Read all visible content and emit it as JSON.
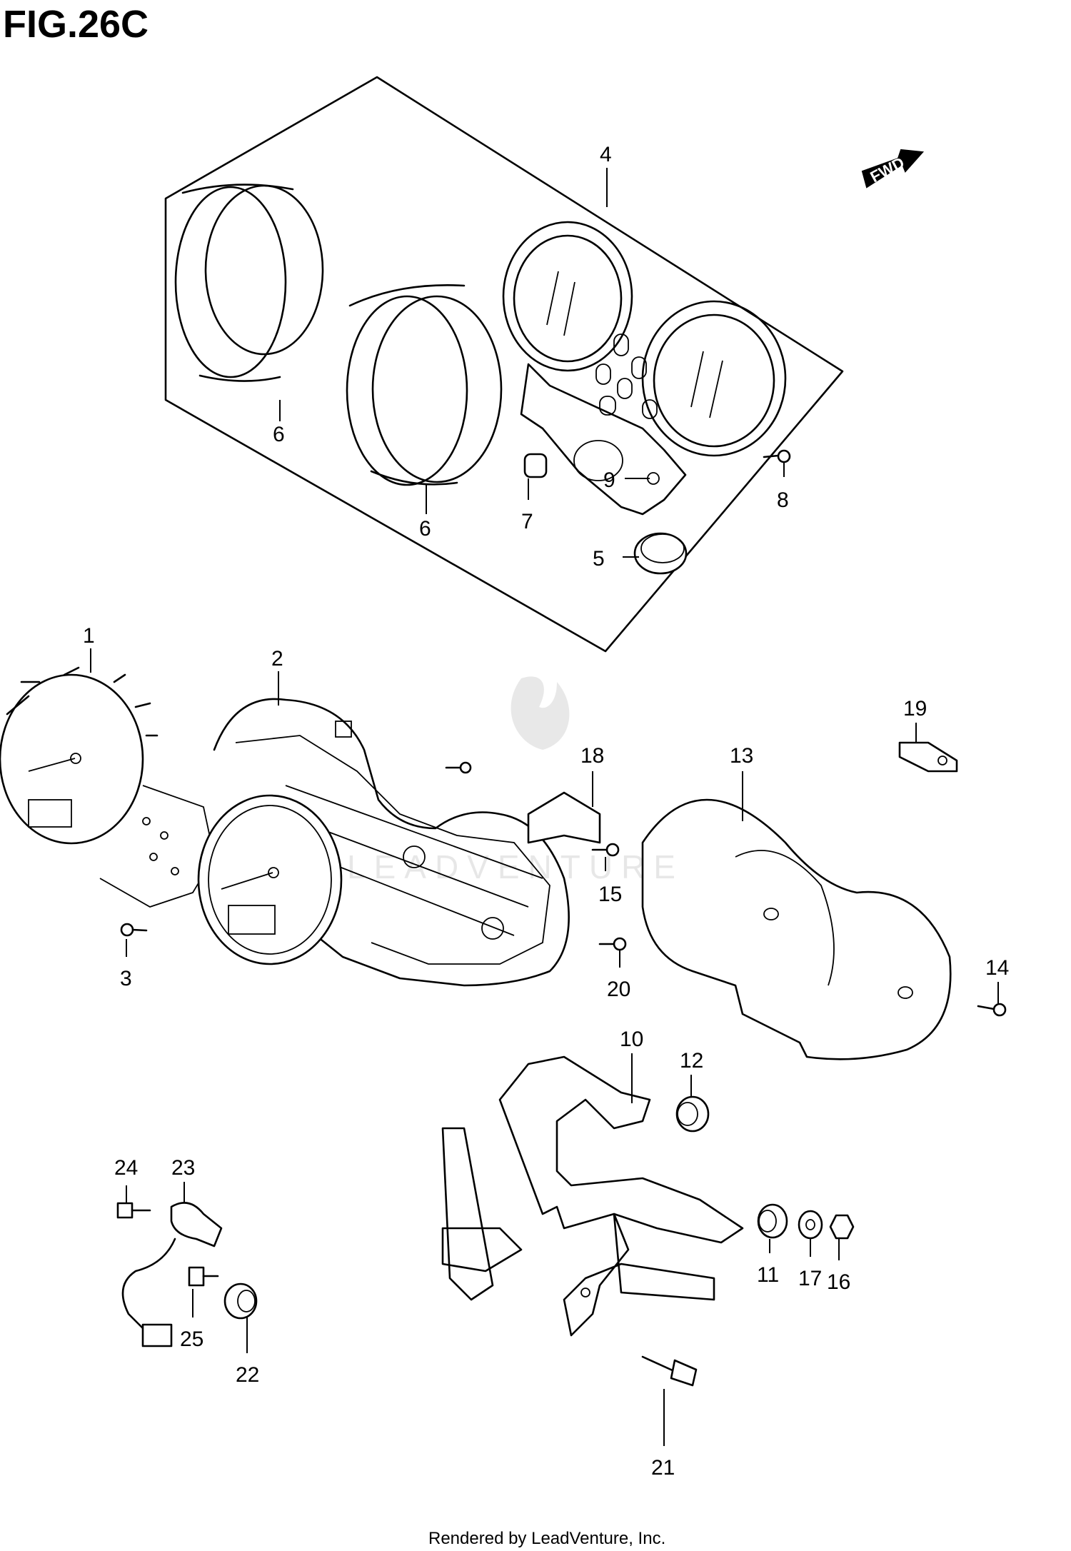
{
  "figure": {
    "title": "FIG.26C",
    "direction_marker": "FWD",
    "footer": "Rendered by LeadVenture, Inc.",
    "watermark": "LEADVENTURE"
  },
  "callouts": [
    "1",
    "2",
    "3",
    "4",
    "5",
    "6",
    "6",
    "7",
    "8",
    "9",
    "10",
    "11",
    "12",
    "13",
    "14",
    "15",
    "16",
    "17",
    "18",
    "19",
    "20",
    "21",
    "22",
    "23",
    "24",
    "25"
  ]
}
